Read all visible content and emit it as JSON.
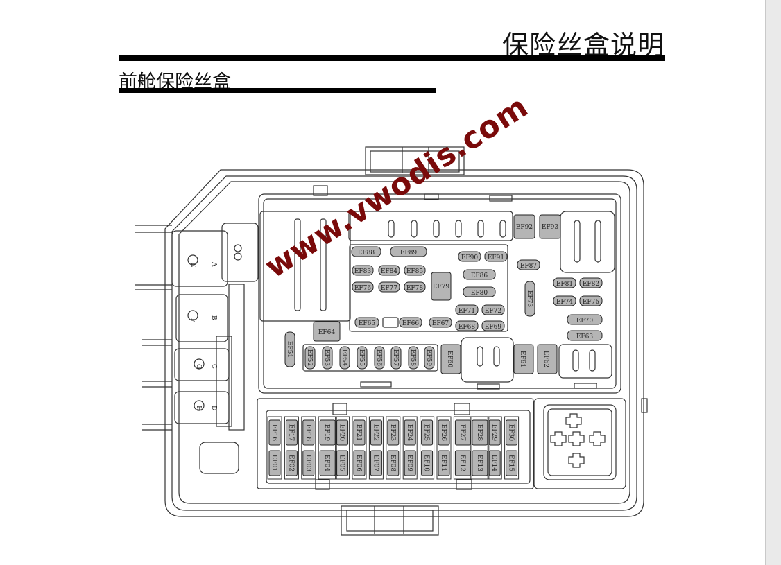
{
  "header": {
    "title": "保险丝盒说明"
  },
  "section": {
    "title": "前舱保险丝盒"
  },
  "watermark": "www.vwodis.com",
  "connectors": [
    "A",
    "B",
    "C",
    "D"
  ],
  "connector_sub": [
    "E",
    "F",
    "G",
    "H"
  ],
  "fuses": {
    "ef88": "EF88",
    "ef89": "EF89",
    "ef83": "EF83",
    "ef84": "EF84",
    "ef85": "EF85",
    "ef76": "EF76",
    "ef77": "EF77",
    "ef78": "EF78",
    "ef79": "EF79",
    "ef90": "EF90",
    "ef91": "EF91",
    "ef86": "EF86",
    "ef80": "EF80",
    "ef87": "EF87",
    "ef92": "EF92",
    "ef93": "EF93",
    "ef73": "EF73",
    "ef81": "EF81",
    "ef82": "EF82",
    "ef74": "EF74",
    "ef75": "EF75",
    "ef71": "EF71",
    "ef72": "EF72",
    "ef68": "EF68",
    "ef69": "EF69",
    "ef65": "EF65",
    "ef66": "EF66",
    "ef67": "EF67",
    "ef64": "EF64",
    "ef70": "EF70",
    "ef63": "EF63",
    "ef51": "EF51",
    "ef52": "EF52",
    "ef53": "EF53",
    "ef54": "EF54",
    "ef55": "EF55",
    "ef56": "EF56",
    "ef57": "EF57",
    "ef58": "EF58",
    "ef59": "EF59",
    "ef60": "EF60",
    "ef61": "EF61",
    "ef62": "EF62"
  },
  "fuse_rows": {
    "top": [
      "EF16",
      "EF17",
      "EF18",
      "EF19",
      "EF20",
      "EF21",
      "EF22",
      "EF23",
      "EF24",
      "EF25",
      "EF26",
      "EF27",
      "EF28",
      "EF29",
      "EF30"
    ],
    "bottom": [
      "EF01",
      "EF02",
      "EF03",
      "EF04",
      "EF05",
      "EF06",
      "EF07",
      "EF08",
      "EF09",
      "EF10",
      "EF11",
      "EF12",
      "EF13",
      "EF14",
      "EF15"
    ]
  }
}
